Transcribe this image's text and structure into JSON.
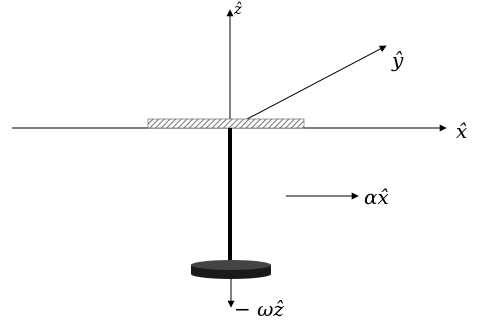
{
  "labels": {
    "z_axis": "ẑ",
    "y_axis": "ŷ",
    "x_axis": "x̂",
    "acceleration": "αx̂",
    "angular_velocity": "− ωẑ"
  },
  "colors": {
    "line": "#000000",
    "background": "#ffffff",
    "hatch": "#555555"
  }
}
